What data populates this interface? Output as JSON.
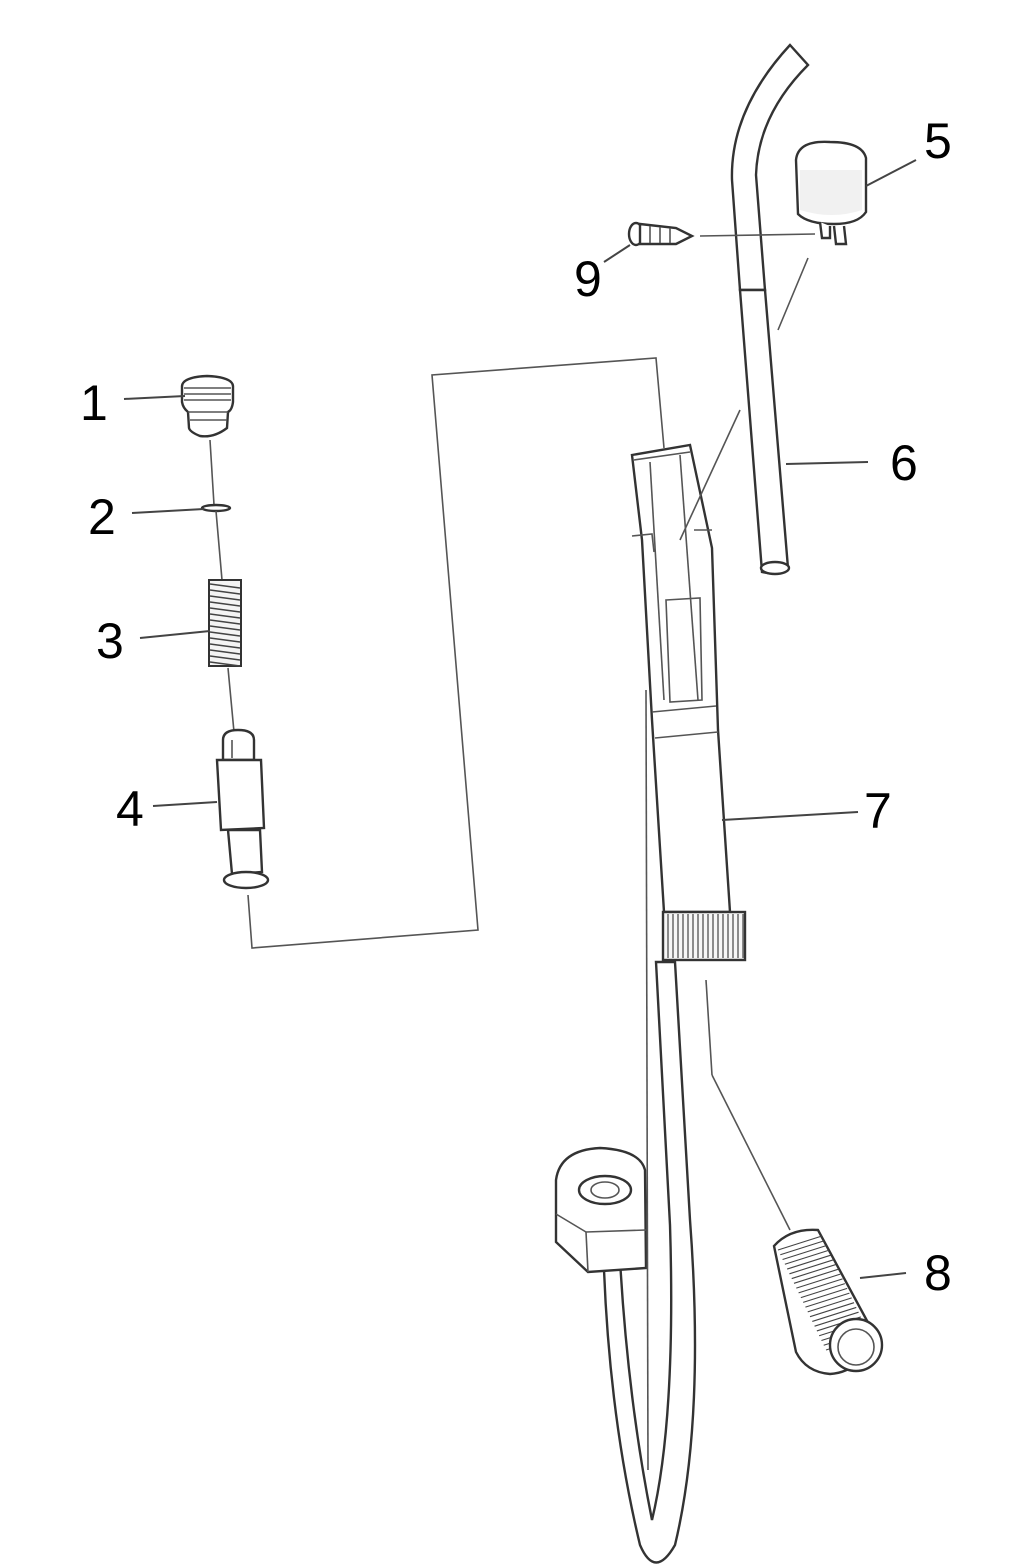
{
  "labels": {
    "p1": "1",
    "p2": "2",
    "p3": "3",
    "p4": "4",
    "p5": "5",
    "p6": "6",
    "p7": "7",
    "p8": "8",
    "p9": "9"
  }
}
